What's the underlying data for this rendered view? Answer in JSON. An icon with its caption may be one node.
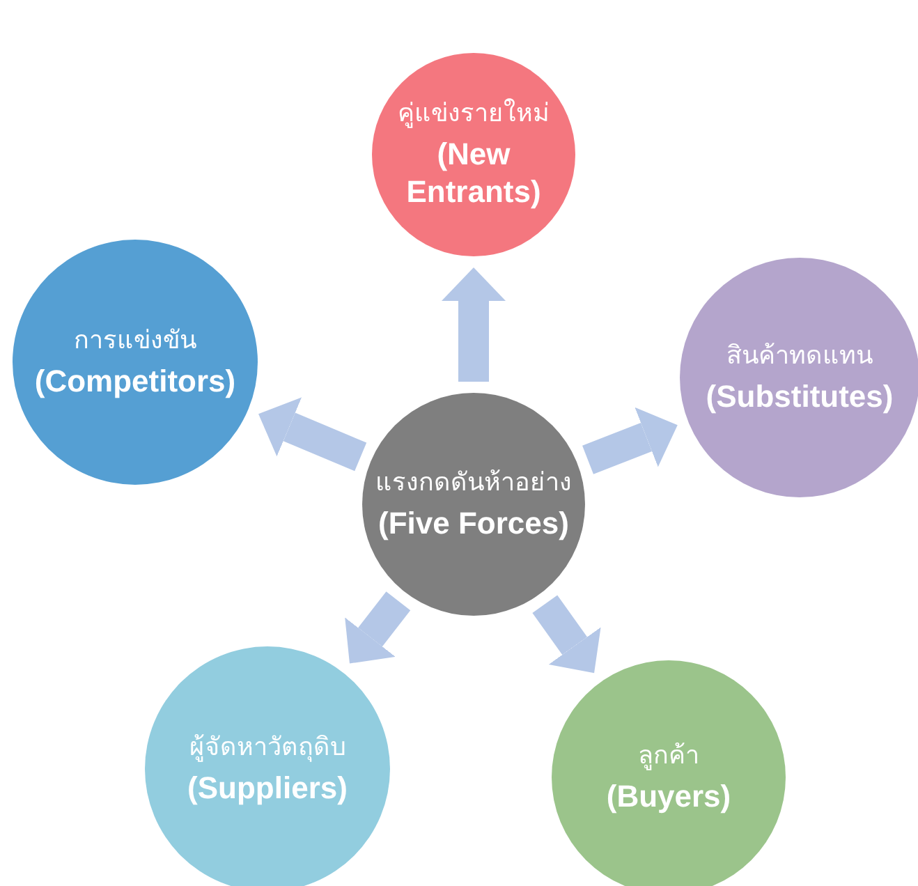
{
  "diagram": {
    "nodes": [
      {
        "text": [
          "คู่แข่งรายใหม่",
          "(New Entrants)"
        ]
      },
      {
        "text": [
          "การแข่งขัน",
          "(Competitors)"
        ]
      },
      {
        "text": [
          "สินค้าทดแทน",
          "(Substitutes)"
        ]
      },
      {
        "text": [
          "แรงกดดันห้าอย่าง",
          "(Five Forces)"
        ]
      },
      {
        "text": [
          "ผู้จัดหาวัตถุดิบ",
          "(Suppliers)"
        ]
      },
      {
        "text": [
          "ลูกค้า",
          "(Buyers)"
        ]
      }
    ],
    "edges": [
      {
        "from": 3,
        "to": 0,
        "arrow": "to"
      },
      {
        "from": 3,
        "to": 1,
        "arrow": "to"
      },
      {
        "from": 3,
        "to": 2,
        "arrow": "to"
      },
      {
        "from": 3,
        "to": 4,
        "arrow": "to"
      },
      {
        "from": 3,
        "to": 5,
        "arrow": "to"
      }
    ]
  }
}
